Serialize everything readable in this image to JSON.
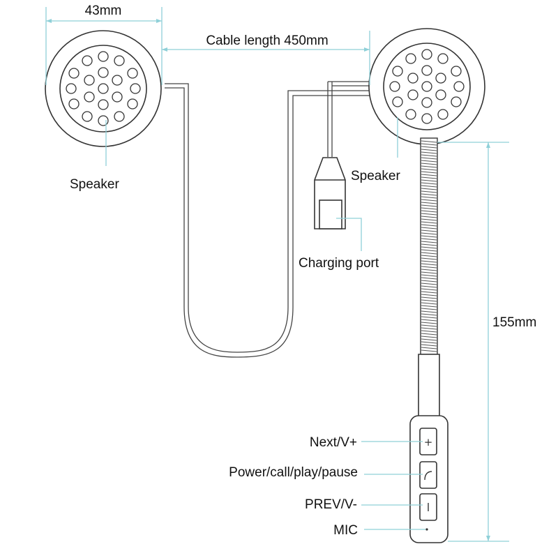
{
  "dimensions": {
    "speaker_width": "43mm",
    "cable_length": "Cable length 450mm",
    "boom_length": "155mm"
  },
  "labels": {
    "speaker_left": "Speaker",
    "speaker_right": "Speaker",
    "charging_port": "Charging port"
  },
  "buttons": [
    {
      "label": "Next/V+",
      "icon": "plus-icon"
    },
    {
      "label": "Power/call/play/pause",
      "icon": "phone-icon"
    },
    {
      "label": "PREV/V-",
      "icon": "minus-icon"
    },
    {
      "label": "MIC",
      "icon": "mic-dot-icon"
    }
  ],
  "colors": {
    "dimension_line": "#8fd0d8",
    "outline": "#333333"
  }
}
